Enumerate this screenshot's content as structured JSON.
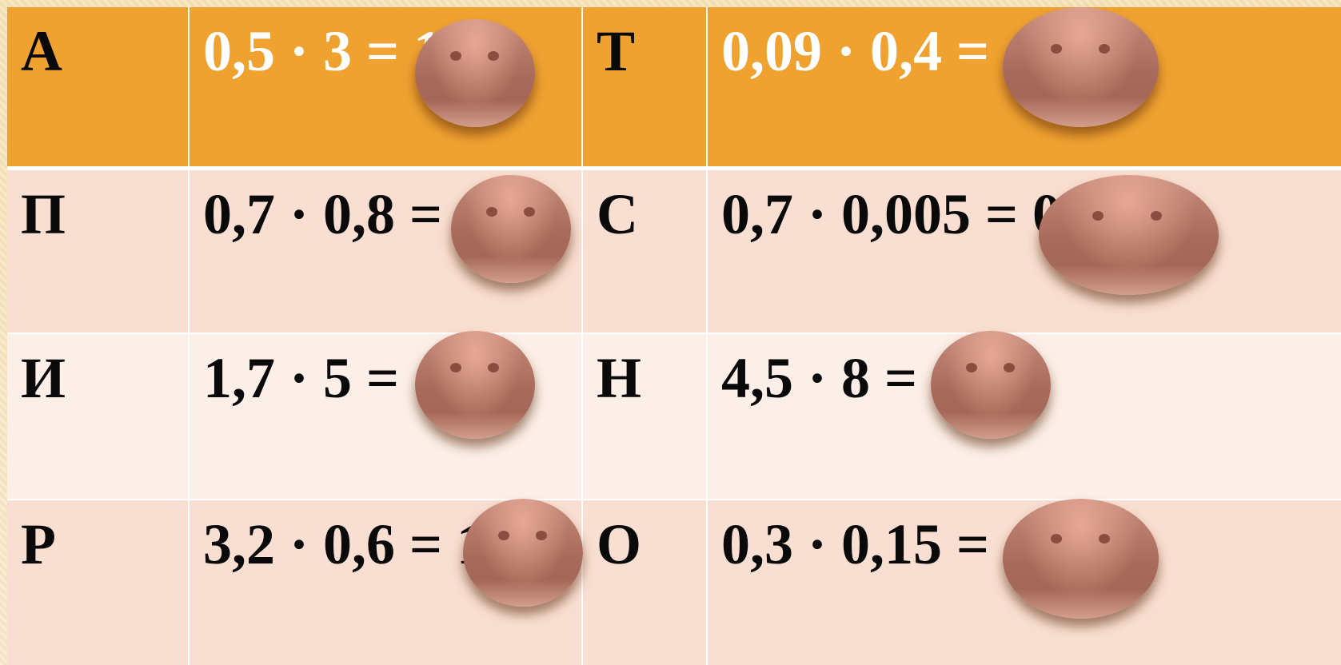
{
  "table": {
    "rows": [
      {
        "left_letter": "А",
        "left_expr": "0,5 · 3 = 1",
        "right_letter": "Т",
        "right_expr": "0,09 · 0,4 ="
      },
      {
        "left_letter": "П",
        "left_expr": "0,7 · 0,8 = 0,56",
        "right_letter": "С",
        "right_expr": "0,7 · 0,005 = 0,0035"
      },
      {
        "left_letter": "И",
        "left_expr": "1,7 · 5 =",
        "right_letter": "Н",
        "right_expr": "4,5 · 8 ="
      },
      {
        "left_letter": "Р",
        "left_expr": "3,2 · 0,6 = 1",
        "right_letter": "О",
        "right_expr": "0,3 · 0,15 ="
      }
    ]
  },
  "colors": {
    "header_row": "#f0a231",
    "row_light": "#fcefe7",
    "row_medium": "#f9dfd1",
    "blob": "#a86a5a"
  },
  "icons": [
    "face-blob-icon"
  ]
}
